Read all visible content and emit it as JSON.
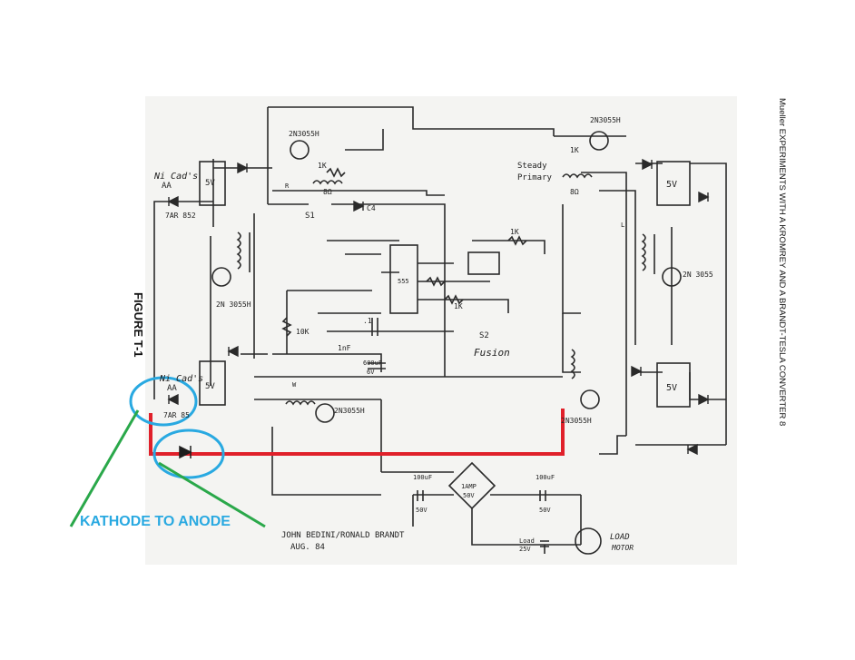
{
  "side_title": "Mueller EXPERIMENTS WITH A KROMREY AND A BRANDT-TESLA CONVERTER",
  "side_page_number": "8",
  "figure_label": "FIGURE T-1",
  "callout_text": "KATHODE TO ANODE",
  "credit": {
    "line1": "JOHN BEDINI/RONALD BRANDT",
    "line2": "AUG. 84"
  },
  "labels": {
    "nicad_top": "Ni Cad's",
    "nicad_top_aa": "AA",
    "nicad_bottom": "Ni Cad's",
    "nicad_bottom_aa": "AA",
    "batt_5v_1": "5V",
    "batt_5v_2": "5V",
    "batt_5v_3": "5V",
    "batt_5v_4": "5V",
    "diode_top": "7AR 852",
    "diode_bottom": "7AR 85",
    "transistor_top": "2N3055H",
    "transistor_mid_left": "2N 3055H",
    "transistor_bottom": "2N3055H",
    "transistor_top_right": "2N3055H",
    "transistor_mid_right": "2N 3055",
    "transistor_bottom_right": "2N3055H",
    "res_1k_top": "1K",
    "res_8_2": "8Ω",
    "switch_s1": "S1",
    "switch_s2": "S2",
    "led_c4": "C4",
    "steady": "Steady",
    "primary": "Primary",
    "res_1k_right": "1K",
    "res_8_2_right": "8Ω",
    "res_1k_mid": "1K",
    "res_10k": "10K",
    "cap_1": ".1",
    "cap_1nf": "1nF",
    "cap_600uf": "600uF",
    "cap_6v": "6V",
    "fusion": "Fusion",
    "res_1k_low": "1K",
    "ic": "555",
    "bridge_1amp": "1AMP",
    "bridge_50v": "50V",
    "cap_left": "100uF",
    "cap_left_v": "50V",
    "cap_right": "100uF",
    "cap_right_v": "50V",
    "load_cap": "Load",
    "load_cap_v": "25V",
    "load_motor": "LOAD",
    "motor": "MOTOR",
    "r_label": "R",
    "l_label": "L",
    "w_label": "W"
  },
  "colors": {
    "ink": "#2a2a2a",
    "red_wire": "#e0202a",
    "blue_circle": "#29a9e1",
    "green_pointer": "#2aa84a",
    "callout_text": "#29a9e1"
  }
}
